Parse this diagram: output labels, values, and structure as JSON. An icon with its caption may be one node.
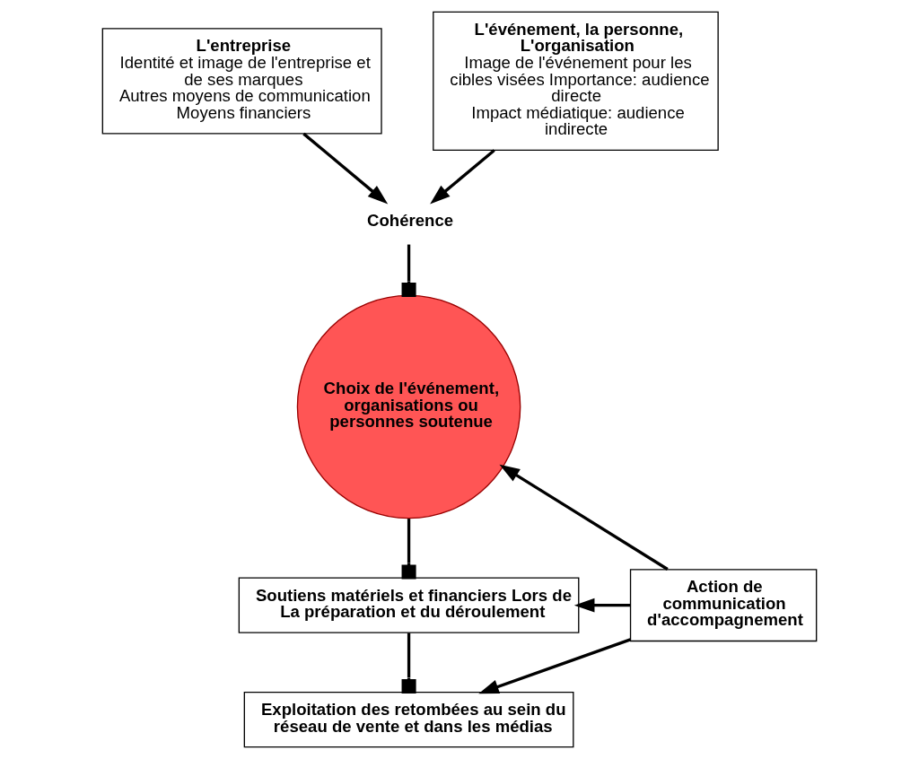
{
  "diagram": {
    "nodes": [
      {
        "text": [
          "L'entreprise",
          "Identité et image de l'entreprise et de ses marques",
          "Autres moyens de communication",
          "Moyens financiers"
        ]
      },
      {
        "text": [
          "L'événement, la personne, L'organisation",
          "Image de l'événement pour les cibles visées Importance: audience directe",
          "Impact médiatique: audience indirecte"
        ]
      },
      {
        "text": [
          "Cohérence"
        ]
      },
      {
        "text": [
          "Choix de l'événement, organisations ou personnes soutenue"
        ]
      },
      {
        "text": [
          "Soutiens matériels et financiers Lors de La préparation et du déroulement"
        ]
      },
      {
        "text": [
          "Exploitation des retombées au sein du réseau de vente et dans les médias"
        ]
      },
      {
        "text": [
          "Action de communication d'accompagnement"
        ]
      }
    ],
    "edges": [
      {
        "from": 0,
        "to": 2,
        "arrow": "to"
      },
      {
        "from": 1,
        "to": 2,
        "arrow": "to"
      },
      {
        "from": 2,
        "to": 3,
        "arrow": "other"
      },
      {
        "from": 3,
        "to": 4,
        "arrow": "other"
      },
      {
        "from": 4,
        "to": 5,
        "arrow": "other"
      },
      {
        "from": 6,
        "to": 3,
        "arrow": "to"
      },
      {
        "from": 6,
        "to": 4,
        "arrow": "to"
      },
      {
        "from": 6,
        "to": 5,
        "arrow": "to"
      }
    ]
  }
}
